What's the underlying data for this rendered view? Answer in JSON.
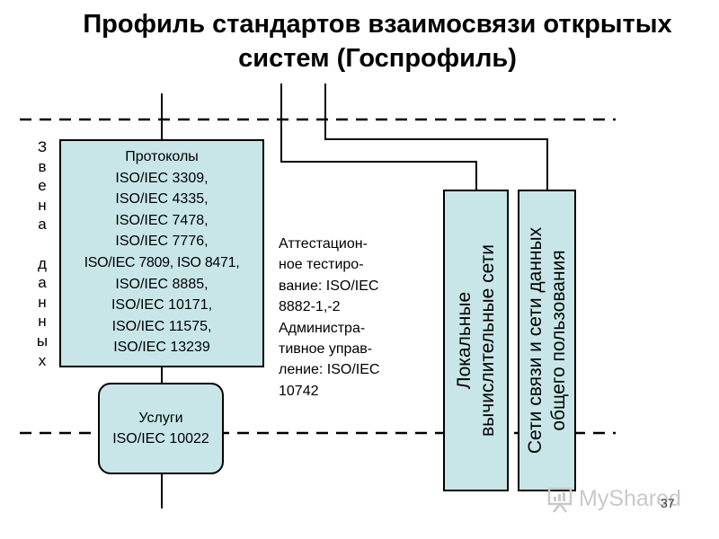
{
  "title": {
    "line1": "Профиль стандартов взаимосвязи открытых",
    "line2": "систем (Госпрофиль)"
  },
  "data_links_label": {
    "letters": [
      "З",
      "в",
      "е",
      "н",
      "а",
      "",
      "д",
      "а",
      "н",
      "н",
      "ы",
      "х"
    ]
  },
  "protocols_box": {
    "lines": [
      "Протоколы",
      "ISO/IEC 3309,",
      "ISO/IEC 4335,",
      "ISO/IEC 7478,",
      "ISO/IEC 7776,",
      "ISO/IEC 7809, ISO 8471,",
      "ISO/IEC 8885,",
      "ISO/IEC 10171,",
      "ISO/IEC 11575,",
      "ISO/IEC 13239"
    ]
  },
  "services_box": {
    "lines": [
      "Услуги",
      "ISO/IEC 10022"
    ]
  },
  "attestation_text": {
    "lines": [
      "Аттестацион-",
      "ное тестиро-",
      "вание: ISO/IEC",
      "8882-1,-2",
      "Администра-",
      "тивное управ-",
      "ление: ISO/IEC",
      "10742"
    ]
  },
  "lan_box": {
    "lines": [
      "Локальные",
      "вычислительные сети"
    ]
  },
  "public_networks_box": {
    "lines": [
      "Сети связи и сети данных",
      "общего пользования"
    ]
  },
  "watermark": {
    "text": "MyShared",
    "icon": "presentation-board-icon"
  },
  "page_number": "37",
  "colors": {
    "box_fill": "#c8e6e8",
    "stroke": "#000000",
    "watermark": "#c9c9c9"
  }
}
